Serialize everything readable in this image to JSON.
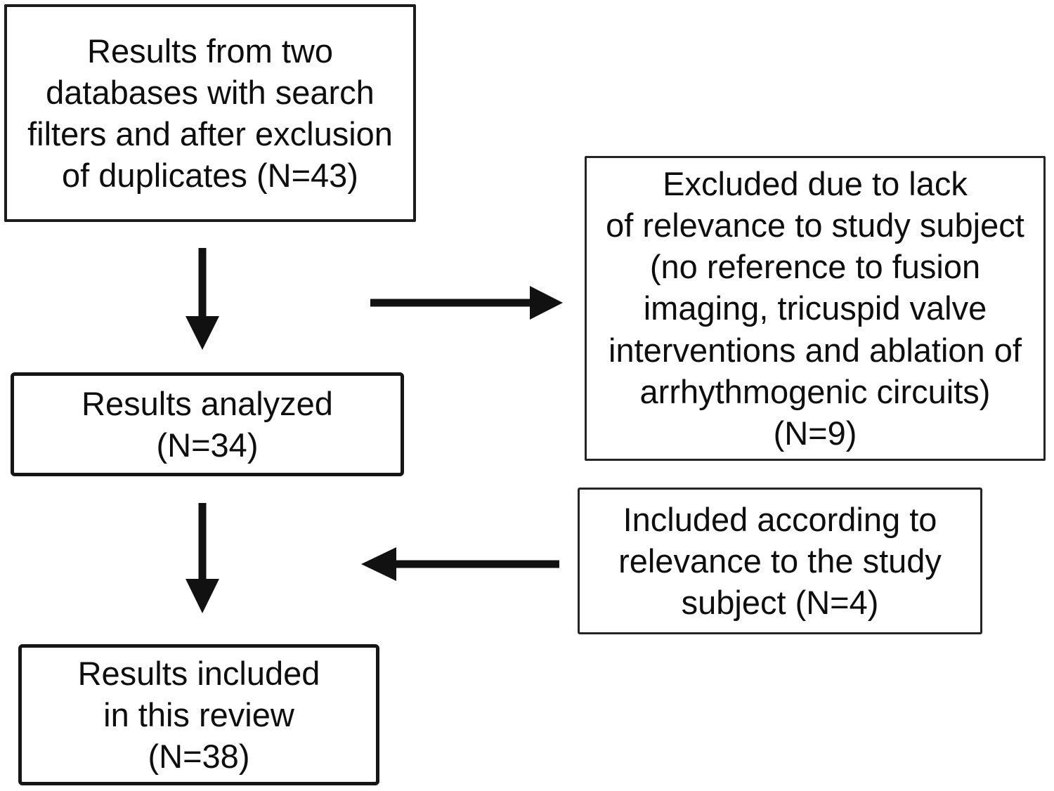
{
  "diagram": {
    "kind": "study-selection-flowchart",
    "background_color": "#ffffff",
    "ink_color": "#111111"
  },
  "boxes": {
    "sources": {
      "text": "Results from two\ndatabases with search\nfilters and after exclusion\nof duplicates (N=43)",
      "n": 43
    },
    "excluded": {
      "text": "Excluded due to lack\nof relevance to study subject\n(no reference to fusion\nimaging, tricuspid valve\ninterventions and ablation of\narrhythmogenic circuits)\n(N=9)",
      "n": 9
    },
    "analyzed": {
      "text": "Results analyzed\n(N=34)",
      "n": 34
    },
    "included_by_relevance": {
      "text": "Included according to\nrelevance to the study\nsubject (N=4)",
      "n": 4
    },
    "final_included": {
      "text": "Results included\nin this review\n(N=38)",
      "n": 38
    }
  },
  "edges": [
    {
      "from": "sources",
      "to": "analyzed",
      "direction": "down"
    },
    {
      "from": "sources",
      "to": "excluded",
      "direction": "right"
    },
    {
      "from": "analyzed",
      "to": "final_included",
      "direction": "down"
    },
    {
      "from": "included_by_relevance",
      "to": "final_included",
      "direction": "left"
    }
  ]
}
